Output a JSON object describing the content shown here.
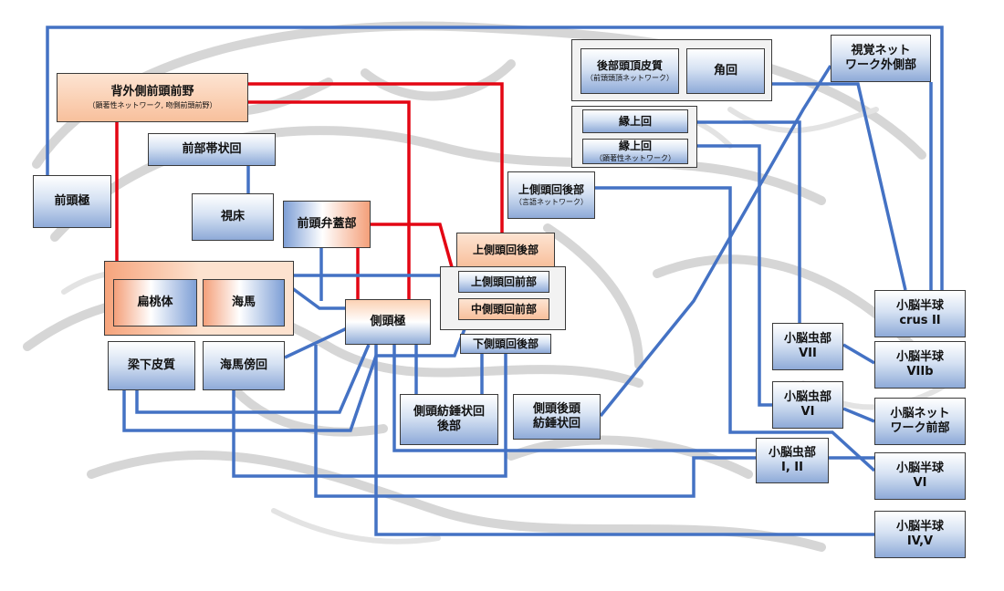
{
  "diagram": {
    "colors": {
      "red_line": "#e30613",
      "blue_line": "#4472c4"
    },
    "nodes": {
      "dlpfc": {
        "label": "背外側前頭前野",
        "sub": "（顕著性ネットワーク, 吻側前頭前野）"
      },
      "acc": {
        "label": "前部帯状回"
      },
      "frontal_pole": {
        "label": "前頭極"
      },
      "thalamus": {
        "label": "視床"
      },
      "operculum": {
        "label": "前頭弁蓋部"
      },
      "amygdala": {
        "label": "扁桃体"
      },
      "hippocampus": {
        "label": "海馬"
      },
      "subcallosal": {
        "label": "梁下皮質"
      },
      "parahippocampal": {
        "label": "海馬傍回"
      },
      "temporal_pole": {
        "label": "側頭極"
      },
      "post_fusiform": {
        "label": "側頭紡錘状回\n後部"
      },
      "tempoccip_fusiform": {
        "label": "側頭後頭\n紡錘状回"
      },
      "stg_post_orange": {
        "label": "上側頭回後部"
      },
      "stg_ant": {
        "label": "上側頭回前部"
      },
      "mtg_ant": {
        "label": "中側頭回前部"
      },
      "itg_post": {
        "label": "下側頭回後部"
      },
      "stg_post_lang": {
        "label": "上側頭回後部",
        "sub": "（言語ネットワーク）"
      },
      "parietal": {
        "label": "後部頭頂皮質",
        "sub": "（前頭頭頂ネットワーク）"
      },
      "angular": {
        "label": "角回"
      },
      "supramarginal": {
        "label": "縁上回"
      },
      "supramarginal_sal": {
        "label": "縁上回",
        "sub": "（顕著性ネットワーク）"
      },
      "visual_lat": {
        "label": "視覚ネット\nワーク外側部"
      },
      "crus2": {
        "label": "小脳半球\ncrus II"
      },
      "vermis7": {
        "label": "小脳虫部\nVII"
      },
      "hemi7b": {
        "label": "小脳半球\nVIIb"
      },
      "vermis6": {
        "label": "小脳虫部\nVI"
      },
      "cereb_ant_net": {
        "label": "小脳ネット\nワーク前部"
      },
      "vermis12": {
        "label": "小脳虫部\nI, II"
      },
      "hemi6": {
        "label": "小脳半球\nVI"
      },
      "hemi45": {
        "label": "小脳半球\nIV,V"
      }
    }
  }
}
